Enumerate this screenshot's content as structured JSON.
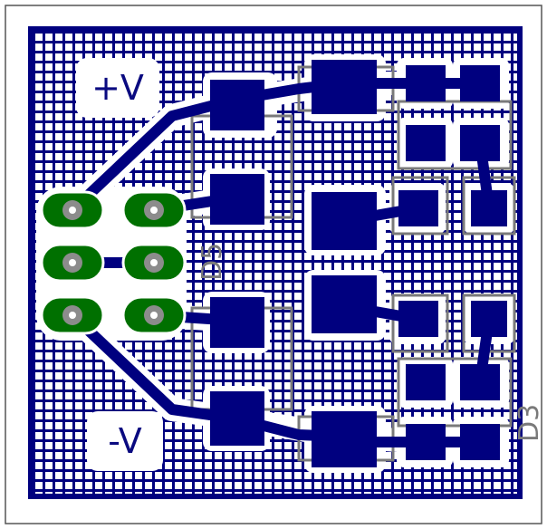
{
  "board": {
    "labels": {
      "plus": "+V",
      "minus": "-V",
      "ref_left": "D5",
      "ref_right": "D3"
    },
    "colors": {
      "copper": "#00007f",
      "mesh": "#00007f",
      "clearance": "#ffffff",
      "pad": "#00007f",
      "via_ring": "#007000",
      "via_hole": "#8c8c8c",
      "silkscreen": "#7a7a7a",
      "outline": "#555555"
    },
    "connector": {
      "rows": 3,
      "cols": 2
    }
  }
}
